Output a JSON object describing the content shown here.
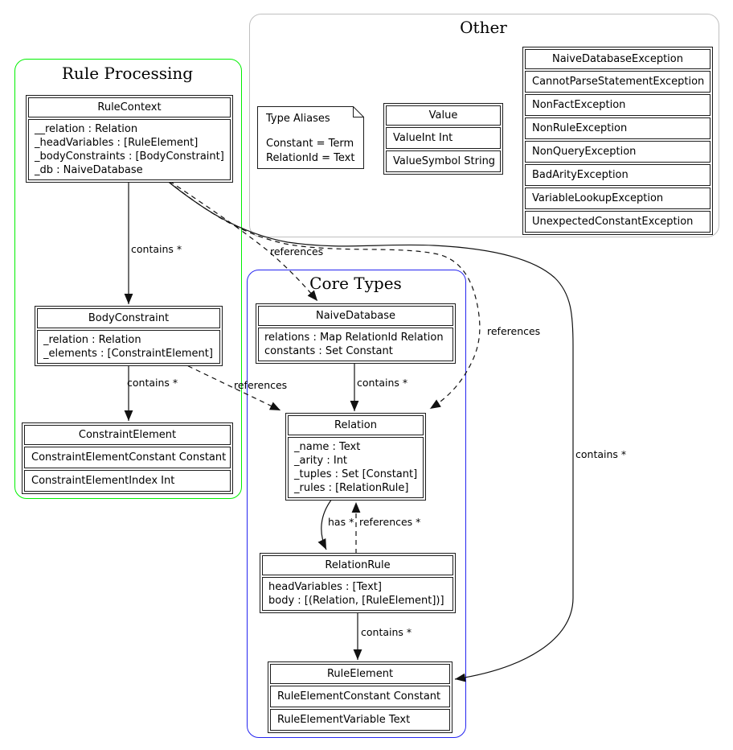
{
  "colors": {
    "rule_processing_border": "#00f000",
    "other_border": "#c0c0c0",
    "core_types_border": "#2424f0",
    "box_border": "#1c1c1c",
    "edge": "#111111"
  },
  "groups": {
    "rule_processing": {
      "title": "Rule Processing"
    },
    "other": {
      "title": "Other"
    },
    "core_types": {
      "title": "Core Types"
    }
  },
  "boxes": {
    "rule_context": {
      "title": "RuleContext",
      "fields": [
        "__relation : Relation",
        "_headVariables : [RuleElement]",
        "_bodyConstraints : [BodyConstraint]",
        "_db : NaiveDatabase"
      ]
    },
    "body_constraint": {
      "title": "BodyConstraint",
      "fields": [
        "_relation : Relation",
        "_elements : [ConstraintElement]"
      ]
    },
    "constraint_element": {
      "title": "ConstraintElement",
      "rows": [
        "ConstraintElementConstant Constant",
        "ConstraintElementIndex Int"
      ]
    },
    "naive_database": {
      "title": "NaiveDatabase",
      "fields": [
        "relations : Map RelationId Relation",
        "constants : Set Constant"
      ]
    },
    "relation": {
      "title": "Relation",
      "fields": [
        "_name : Text",
        "_arity : Int",
        "_tuples : Set [Constant]",
        "_rules : [RelationRule]"
      ]
    },
    "relation_rule": {
      "title": "RelationRule",
      "fields": [
        "headVariables : [Text]",
        "body : [(Relation, [RuleElement])]"
      ]
    },
    "rule_element": {
      "title": "RuleElement",
      "rows": [
        "RuleElementConstant Constant",
        "RuleElementVariable Text"
      ]
    },
    "value": {
      "title": "Value",
      "rows": [
        "ValueInt Int",
        "ValueSymbol String"
      ]
    },
    "exceptions": {
      "title": "NaiveDatabaseException",
      "rows": [
        "CannotParseStatementException",
        "NonFactException",
        "NonRuleException",
        "NonQueryException",
        "BadArityException",
        "VariableLookupException",
        "UnexpectedConstantException"
      ]
    }
  },
  "note": {
    "title": "Type Aliases",
    "lines": [
      "Constant = Term",
      "RelationId = Text"
    ]
  },
  "edges": [
    {
      "id": "rc-bc",
      "from": "RuleContext",
      "to": "BodyConstraint",
      "label": "contains *",
      "style": "solid"
    },
    {
      "id": "bc-ce",
      "from": "BodyConstraint",
      "to": "ConstraintElement",
      "label": "contains *",
      "style": "solid"
    },
    {
      "id": "ndb-rel",
      "from": "NaiveDatabase",
      "to": "Relation",
      "label": "contains *",
      "style": "solid"
    },
    {
      "id": "rr-re",
      "from": "RelationRule",
      "to": "RuleElement",
      "label": "contains *",
      "style": "solid"
    },
    {
      "id": "rel-rr",
      "from": "Relation",
      "to": "RelationRule",
      "label": "has *",
      "style": "solid"
    },
    {
      "id": "rr-rel",
      "from": "RelationRule",
      "to": "Relation",
      "label": "references *",
      "style": "dashed"
    },
    {
      "id": "bc-rel",
      "from": "BodyConstraint",
      "to": "Relation",
      "label": "references",
      "style": "dashed"
    },
    {
      "id": "rc-ndb",
      "from": "RuleContext",
      "to": "NaiveDatabase",
      "label": "references",
      "style": "dashed"
    },
    {
      "id": "rc-rel",
      "from": "RuleContext",
      "to": "Relation",
      "label": "references",
      "style": "dashed"
    },
    {
      "id": "rc-re",
      "from": "RuleContext",
      "to": "RuleElement",
      "label": "contains *",
      "style": "solid"
    }
  ]
}
